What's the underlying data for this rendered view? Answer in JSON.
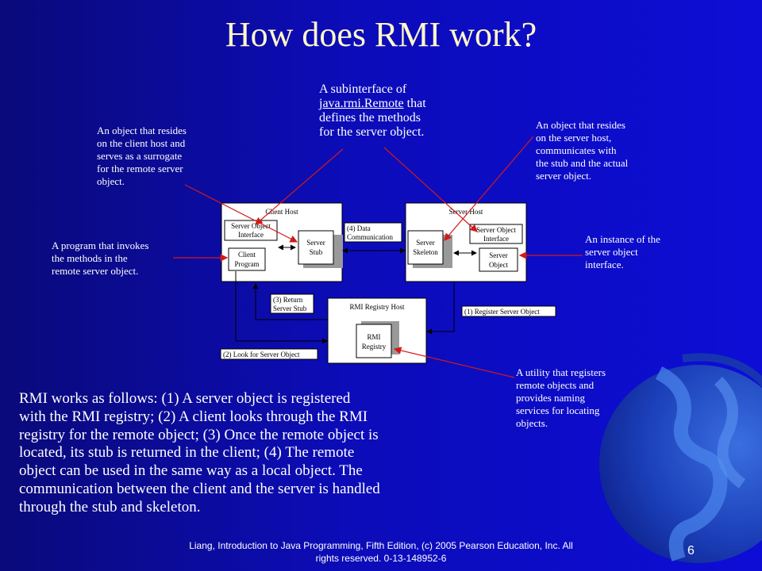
{
  "title": "How does RMI work?",
  "notes": {
    "subinterface_line1": "A subinterface of",
    "subinterface_code": "java.rmi.Remote",
    "subinterface_line2": " that",
    "subinterface_line3": "defines the methods",
    "subinterface_line4": "for the server object.",
    "stub": [
      "An object that resides",
      "on the client host and",
      "serves as a surrogate",
      "for the remote server",
      "object."
    ],
    "skeleton": [
      "An object that resides",
      "on the server host,",
      "communicates with",
      "the stub and the actual",
      "server object."
    ],
    "program": [
      "A program that invokes",
      "the methods in the",
      "remote server object."
    ],
    "instance": [
      "An instance of the",
      "server object",
      "interface."
    ],
    "utility": [
      "A utility that registers",
      "remote objects and",
      "provides naming",
      "services for locating",
      "objects."
    ]
  },
  "diagram": {
    "client_host": "Client Host",
    "server_host": "Server Host",
    "registry_host": "RMI Registry Host",
    "client_soi": [
      "Server Object",
      "Interface"
    ],
    "client_program": [
      "Client",
      "Program"
    ],
    "server_stub": [
      "Server",
      "Stub"
    ],
    "server_skeleton": [
      "Server",
      "Skeleton"
    ],
    "server_soi": [
      "Server Object",
      "Interface"
    ],
    "server_object": [
      "Server",
      "Object"
    ],
    "rmi_registry": [
      "RMI",
      "Registry"
    ],
    "data_comm": [
      "(4) Data",
      "Communication"
    ],
    "return_stub": [
      "(3) Return",
      "Server Stub"
    ],
    "register": "(1) Register Server Object",
    "lookup": "(2) Look for Server Object"
  },
  "body": "RMI works as follows: (1) A server object is registered with the RMI registry; (2) A client looks through the RMI registry for the remote object; (3) Once the remote object is located, its stub is returned in the client; (4) The remote object can be used in the same way as a local object. The communication between the client and the server is handled through the stub and skeleton.",
  "footer": [
    "Liang, Introduction to Java Programming, Fifth Edition, (c) 2005 Pearson Education, Inc. All",
    "rights reserved. 0-13-148952-6"
  ],
  "page_number": "6",
  "colors": {
    "background": "#0c0cb8",
    "title": "#fff7c8",
    "leader_line": "#d11a1a"
  }
}
